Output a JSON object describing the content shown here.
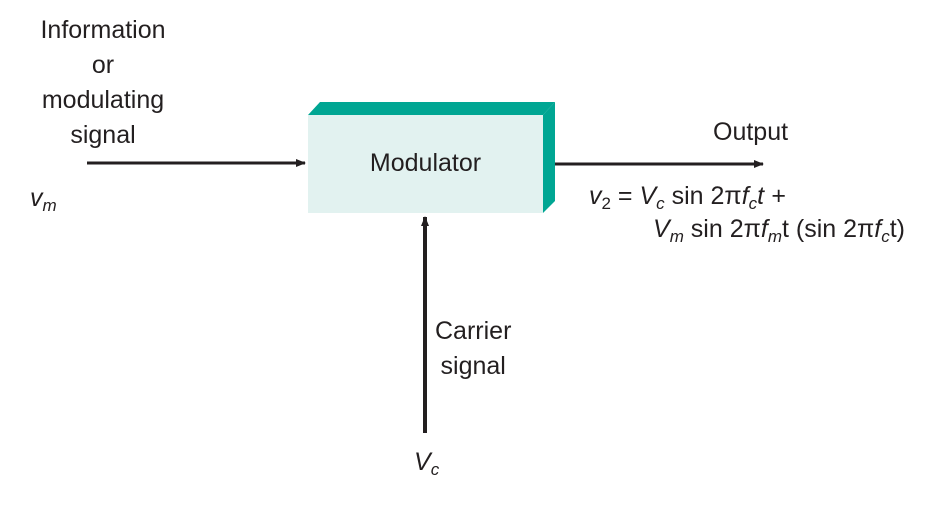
{
  "input": {
    "label_lines": [
      "Information",
      "or",
      "modulating",
      "signal"
    ],
    "symbol": "v",
    "symbol_sub": "m"
  },
  "block": {
    "label": "Modulator",
    "colors": {
      "face": "#e2f2f0",
      "bevel": "#00a693"
    }
  },
  "output": {
    "label": "Output",
    "equation": {
      "line1": {
        "lhs": "v",
        "lhs_sub": "2",
        "eq": "=",
        "V": "V",
        "V_sub": "c",
        "rest_a": " sin 2π",
        "f": "f",
        "f_sub": "c",
        "rest_b": "t +"
      },
      "line2": {
        "V": "V",
        "V_sub": "m",
        "rest_a": " sin 2π",
        "f": "f",
        "f_sub": "m",
        "rest_b": "t (sin 2π",
        "f2": "f",
        "f2_sub": "c",
        "rest_c": "t)"
      }
    }
  },
  "carrier": {
    "label_lines": [
      "Carrier",
      "signal"
    ],
    "symbol": "V",
    "symbol_sub": "c"
  },
  "colors": {
    "arrow": "#231f20",
    "text": "#231f20"
  }
}
